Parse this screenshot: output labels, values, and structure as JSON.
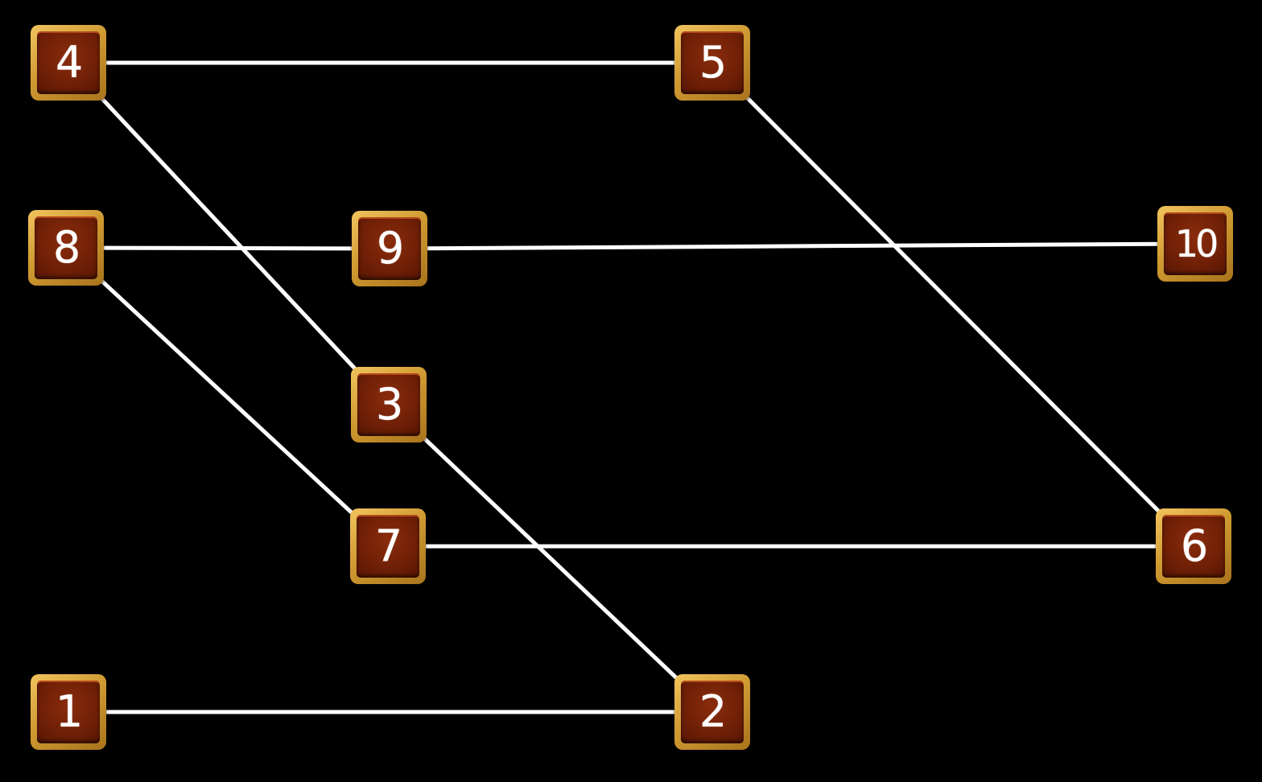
{
  "nodes": [
    {
      "id": "n4",
      "label": "4"
    },
    {
      "id": "n5",
      "label": "5"
    },
    {
      "id": "n8",
      "label": "8"
    },
    {
      "id": "n9",
      "label": "9"
    },
    {
      "id": "n10",
      "label": "10"
    },
    {
      "id": "n3",
      "label": "3"
    },
    {
      "id": "n7",
      "label": "7"
    },
    {
      "id": "n6",
      "label": "6"
    },
    {
      "id": "n1",
      "label": "1"
    },
    {
      "id": "n2",
      "label": "2"
    }
  ],
  "edges": [
    {
      "from": "4",
      "to": "5"
    },
    {
      "from": "4",
      "to": "3"
    },
    {
      "from": "5",
      "to": "6"
    },
    {
      "from": "8",
      "to": "9"
    },
    {
      "from": "9",
      "to": "10"
    },
    {
      "from": "8",
      "to": "7"
    },
    {
      "from": "3",
      "to": "2"
    },
    {
      "from": "7",
      "to": "6"
    },
    {
      "from": "1",
      "to": "2"
    }
  ],
  "colors": {
    "background": "#000000",
    "edge": "#ffffff",
    "tile_frame": "#d09a32",
    "tile_face": "#6e1f06",
    "label": "#ffffff"
  }
}
